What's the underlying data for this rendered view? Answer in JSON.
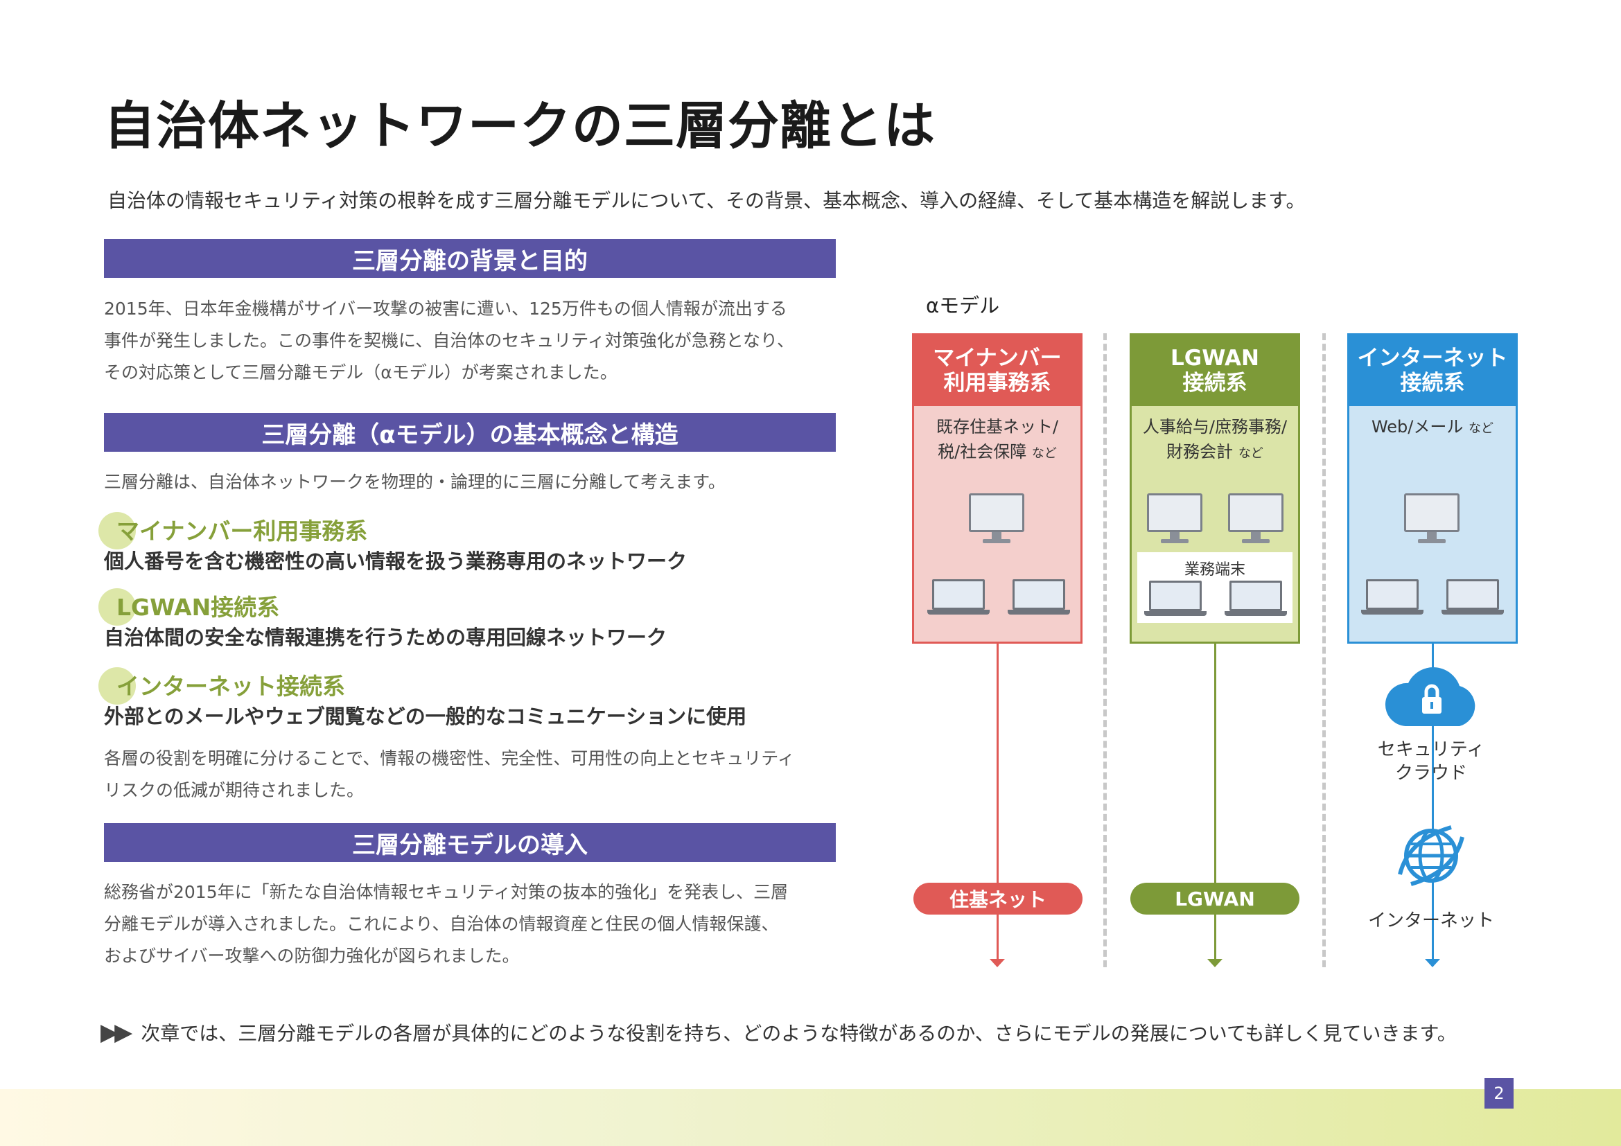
{
  "title": "自治体ネットワークの三層分離とは",
  "subtitle": "自治体の情報セキュリティ対策の根幹を成す三層分離モデルについて、その背景、基本概念、導入の経緯、そして基本構造を解説します。",
  "sections": [
    {
      "heading": "三層分離の背景と目的",
      "lines": [
        "2015年、日本年金機構がサイバー攻撃の被害に遭い、125万件もの個人情報が流出する",
        "事件が発生しました。この事件を契機に、自治体のセキュリティ対策強化が急務となり、",
        "その対応策として三層分離モデル（αモデル）が考案されました。"
      ]
    },
    {
      "heading": "三層分離（αモデル）の基本概念と構造",
      "intro": "三層分離は、自治体ネットワークを物理的・論理的に三層に分離して考えます。",
      "layers": [
        {
          "name": "マイナンバー利用事務系",
          "desc": "個人番号を含む機密性の高い情報を扱う業務専用のネットワーク"
        },
        {
          "name": "LGWAN接続系",
          "desc": "自治体間の安全な情報連携を行うための専用回線ネットワーク"
        },
        {
          "name": "インターネット接続系",
          "desc": "外部とのメールやウェブ閲覧などの一般的なコミュニケーションに使用"
        }
      ],
      "outro_lines": [
        "各層の役割を明確に分けることで、情報の機密性、完全性、可用性の向上とセキュリティ",
        "リスクの低減が期待されました。"
      ]
    },
    {
      "heading": "三層分離モデルの導入",
      "lines": [
        "総務省が2015年に「新たな自治体情報セキュリティ対策の抜本的強化」を発表し、三層",
        "分離モデルが導入されました。これにより、自治体の情報資産と住民の個人情報保護、",
        "およびサイバー攻撃への防御力強化が図られました。"
      ]
    }
  ],
  "diagram": {
    "label": "αモデル",
    "columns": [
      {
        "head1": "マイナンバー",
        "head2": "利用事務系",
        "text1": "既存住基ネット/",
        "text2": "税/社会保障",
        "suffix": "など",
        "network": "住基ネット",
        "color": "#e05a56"
      },
      {
        "head1": "LGWAN",
        "head2": "接続系",
        "text1": "人事給与/庶務事務/",
        "text2": "財務会計",
        "suffix": "など",
        "terminal_label": "業務端末",
        "network": "LGWAN",
        "color": "#7d9a38"
      },
      {
        "head1": "インターネット",
        "head2": "接続系",
        "text1": "Web/メール",
        "text2": "",
        "suffix": "など",
        "cloud_label1": "セキュリティ",
        "cloud_label2": "クラウド",
        "network": "インターネット",
        "color": "#2a90d6"
      }
    ]
  },
  "footer_note": "次章では、三層分離モデルの各層が具体的にどのような役割を持ち、どのような特徴があるのか、さらにモデルの発展についても詳しく見ていきます。",
  "page_number": "2",
  "accent_color": "#5a54a4",
  "icons": [
    "monitor-icon",
    "laptop-icon",
    "cloud-lock-icon",
    "globe-icon",
    "double-chevron-icon"
  ]
}
